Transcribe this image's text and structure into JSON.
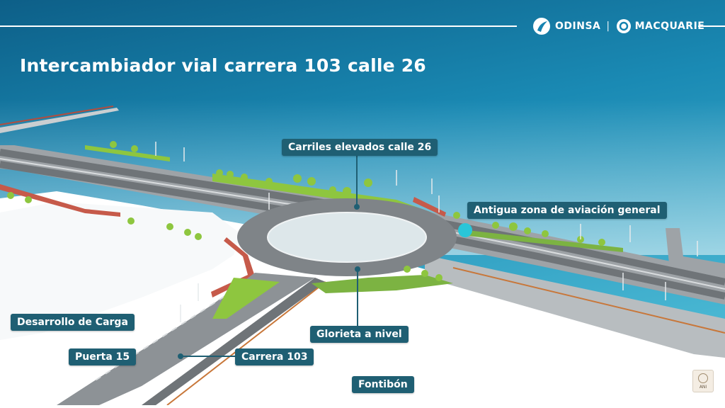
{
  "title": "Intercambiador vial carrera 103 calle 26",
  "brand": {
    "left": "ODINSA",
    "separator": "|",
    "right": "MACQUARIE"
  },
  "labels": {
    "carriles": "Carriles elevados calle 26",
    "aviacion": "Antigua zona de aviación general",
    "carga": "Desarrollo de Carga",
    "glorieta": "Glorieta a nivel",
    "puerta": "Puerta 15",
    "carrera": "Carrera 103",
    "fontibon": "Fontibón"
  },
  "badge": {
    "text": "ANI"
  },
  "colors": {
    "sky_top": "#0f6f9a",
    "sky_mid": "#1b8fb8",
    "label_bg": "#1f5f73",
    "road": "#8d9296",
    "road_dark": "#6f7478",
    "median_red": "#c65a4a",
    "green": "#8ec63f",
    "ground": "#ffffff",
    "marker": "#29c6d8"
  }
}
